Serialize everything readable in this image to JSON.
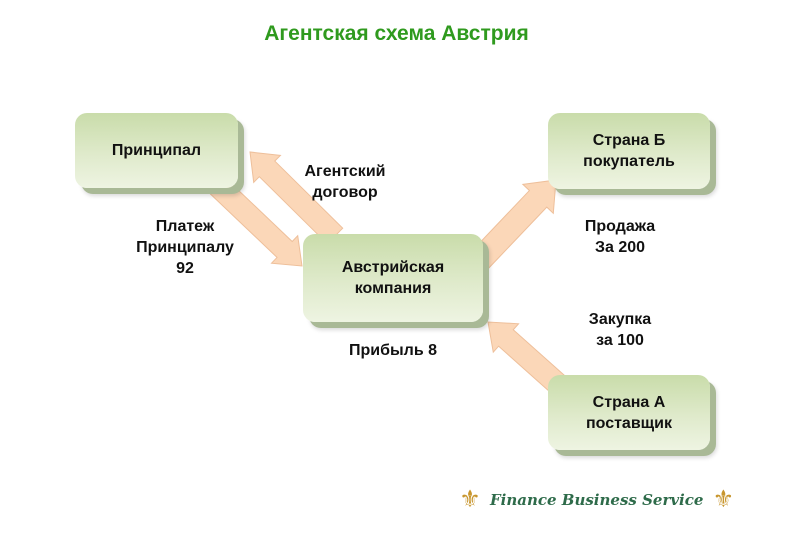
{
  "title": "Агентская схема Австрия",
  "nodes": {
    "principal": "Принципал",
    "austrian_company": [
      "Австрийская",
      "компания"
    ],
    "country_b": [
      "Страна Б",
      "покупатель"
    ],
    "country_a": [
      "Страна А",
      "поставщик"
    ]
  },
  "labels": {
    "agent_contract": [
      "Агентский",
      "договор"
    ],
    "payment": [
      "Платеж",
      "Принципалу",
      "92"
    ],
    "sale": [
      "Продажа",
      "За 200"
    ],
    "purchase": [
      "Закупка",
      "за 100"
    ],
    "profit": "Прибыль 8"
  },
  "logo": {
    "text": "Finance Business Service"
  },
  "colors": {
    "title": "#2f9a1e",
    "arrow_fill": "#fbd7b8",
    "arrow_stroke": "#eebf9a"
  }
}
